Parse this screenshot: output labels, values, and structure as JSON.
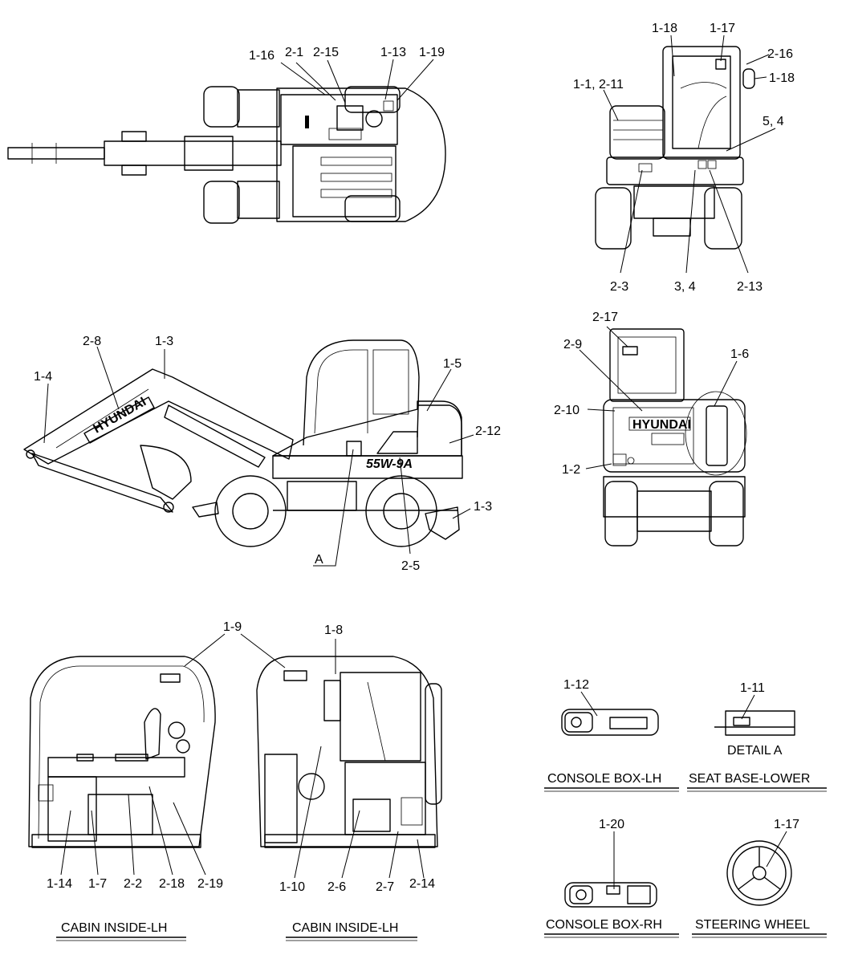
{
  "callouts": {
    "top_1_16": "1-16",
    "top_2_1": "2-1",
    "top_2_15": "2-15",
    "top_1_13": "1-13",
    "top_1_19": "1-19",
    "rear_1_18a": "1-18",
    "rear_1_17": "1-17",
    "rear_2_16": "2-16",
    "rear_1_18b": "1-18",
    "rear_1_1": "1-1, 2-11",
    "rear_5_4": "5, 4",
    "rear_2_3": "2-3",
    "rear_3_4": "3, 4",
    "rear_2_13": "2-13",
    "side_2_8": "2-8",
    "side_1_3a": "1-3",
    "side_1_4": "1-4",
    "side_1_5": "1-5",
    "side_2_12": "2-12",
    "side_1_3b": "1-3",
    "side_A": "A",
    "side_2_5": "2-5",
    "front_2_17": "2-17",
    "front_2_9": "2-9",
    "front_1_6": "1-6",
    "front_2_10": "2-10",
    "front_1_2": "1-2",
    "cab_1_9": "1-9",
    "cab_1_8": "1-8",
    "cab_1_14": "1-14",
    "cab_1_7": "1-7",
    "cab_2_2": "2-2",
    "cab_2_18": "2-18",
    "cab_2_19": "2-19",
    "cab_1_10": "1-10",
    "cab_2_6": "2-6",
    "cab_2_7": "2-7",
    "cab_2_14": "2-14",
    "det_1_12": "1-12",
    "det_1_11": "1-11",
    "det_1_20": "1-20",
    "det_1_17": "1-17"
  },
  "decals": {
    "brand": "HYUNDAI",
    "model": "55W-9A"
  },
  "captions": {
    "cabin_left": "CABIN INSIDE-LH",
    "cabin_right": "CABIN INSIDE-LH",
    "detail_a": "DETAIL A",
    "console_lh": "CONSOLE BOX-LH",
    "seat_base": "SEAT BASE-LOWER",
    "console_rh": "CONSOLE BOX-RH",
    "steering": "STEERING WHEEL"
  }
}
